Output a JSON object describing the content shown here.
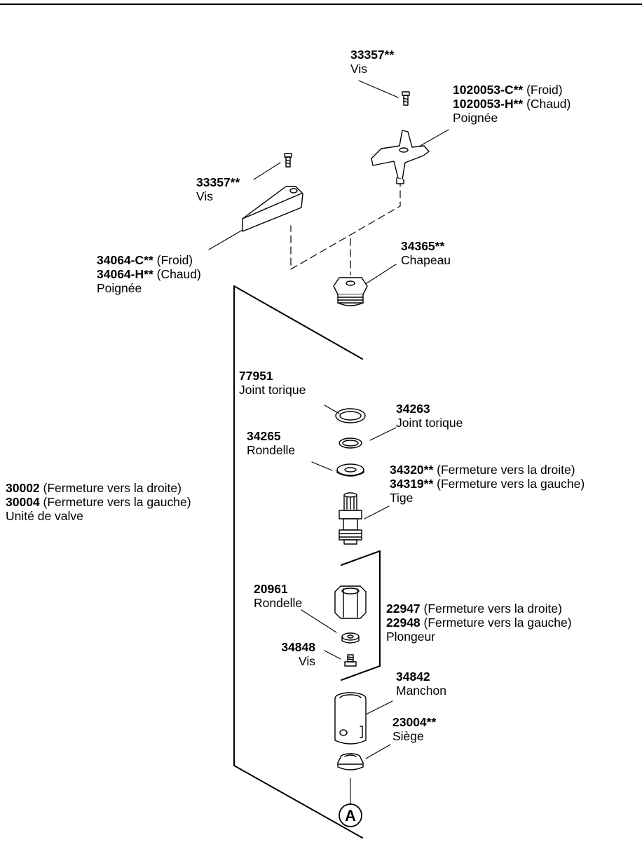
{
  "parts": {
    "screw_top": {
      "number": "33357**",
      "note": "",
      "name": "Vis"
    },
    "handle_cross": {
      "line1_number": "1020053-C**",
      "line1_note": " (Froid)",
      "line2_number": "1020053-H**",
      "line2_note": " (Chaud)",
      "name": "Poignée"
    },
    "screw_left": {
      "number": "33357**",
      "name": "Vis"
    },
    "handle_lever": {
      "line1_number": "34064-C**",
      "line1_note": " (Froid)",
      "line2_number": "34064-H**",
      "line2_note": " (Chaud)",
      "name": "Poignée"
    },
    "bonnet": {
      "number": "34365**",
      "name": "Chapeau"
    },
    "oring_large": {
      "number": "77951",
      "name": "Joint torique"
    },
    "oring_small": {
      "number": "34263",
      "name": "Joint torique"
    },
    "washer_top": {
      "number": "34265",
      "name": "Rondelle"
    },
    "stem": {
      "line1_number": "34320**",
      "line1_note": " (Fermeture vers la droite)",
      "line2_number": "34319**",
      "line2_note": " (Fermeture vers la gauche)",
      "name": "Tige"
    },
    "valve_unit": {
      "line1_number": "30002",
      "line1_note": " (Fermeture vers la droite)",
      "line2_number": "30004",
      "line2_note": " (Fermeture vers la gauche)",
      "name": "Unité de valve"
    },
    "washer_bottom": {
      "number": "20961",
      "name": "Rondelle"
    },
    "plunger": {
      "line1_number": "22947",
      "line1_note": " (Fermeture vers la droite)",
      "line2_number": "22948",
      "line2_note": " (Fermeture vers la gauche)",
      "name": "Plongeur"
    },
    "screw_small": {
      "number": "34848",
      "name": "Vis"
    },
    "sleeve": {
      "number": "34842",
      "name": "Manchon"
    },
    "seat": {
      "number": "23004**",
      "name": "Siège"
    }
  },
  "reference_marker": "A"
}
